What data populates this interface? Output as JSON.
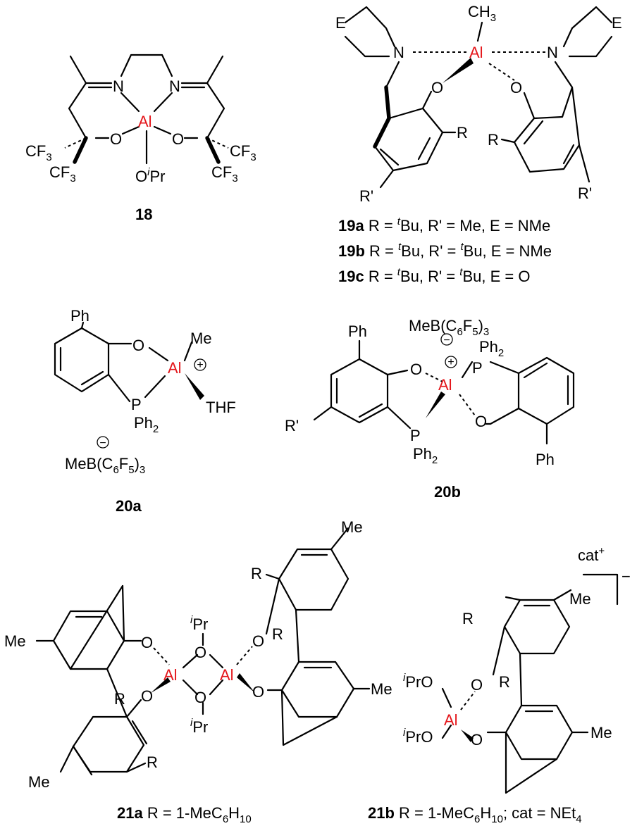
{
  "compounds": {
    "c18": {
      "label": "18",
      "metal": "Al",
      "atoms": {
        "n": "N",
        "o": "O",
        "cf3": "CF",
        "cf3_sub": "3",
        "oipr_o": "O",
        "oipr_i": "i",
        "oipr_pr": "Pr"
      }
    },
    "c19": {
      "metal": "Al",
      "ch3": "CH",
      "ch3_sub": "3",
      "e": "E",
      "n": "N",
      "o": "O",
      "r": "R",
      "rp": "R'",
      "captions": [
        {
          "label": "19a",
          "text_a": " R = ",
          "t": "t",
          "text_b": "Bu, R' = Me, E = NMe"
        },
        {
          "label": "19b",
          "text_a": " R = ",
          "t": "t",
          "text_b": "Bu, R' = ",
          "t2": "t",
          "text_c": "Bu, E = NMe"
        },
        {
          "label": "19c",
          "text_a": " R = ",
          "t": "t",
          "text_b": "Bu, R' = ",
          "t2": "t",
          "text_c": "Bu, E = O"
        }
      ]
    },
    "c20a": {
      "label": "20a",
      "metal": "Al",
      "ph": "Ph",
      "o": "O",
      "me": "Me",
      "thf": "THF",
      "p": "P",
      "ph2": "Ph",
      "ph2_sub": "2",
      "plus": "+",
      "minus": "−",
      "anion_a": "MeB(C",
      "anion_sub1": "6",
      "anion_b": "F",
      "anion_sub2": "5",
      "anion_c": ")",
      "anion_sub3": "3"
    },
    "c20b": {
      "label": "20b",
      "metal": "Al",
      "ph": "Ph",
      "o": "O",
      "p": "P",
      "ph2": "Ph",
      "ph2_sub": "2",
      "rp": "R'",
      "plus": "+",
      "minus": "−",
      "anion_a": "MeB(C",
      "anion_sub1": "6",
      "anion_b": "F",
      "anion_sub2": "5",
      "anion_c": ")",
      "anion_sub3": "3"
    },
    "c21a": {
      "label": "21a",
      "metal": "Al",
      "o": "O",
      "me": "Me",
      "r": "R",
      "i": "i",
      "pr": "Pr",
      "caption": {
        "text_a": " R = 1-MeC",
        "sub1": "6",
        "text_b": "H",
        "sub2": "10"
      }
    },
    "c21b": {
      "label": "21b",
      "metal": "Al",
      "o": "O",
      "me": "Me",
      "r": "R",
      "i": "i",
      "pr": "PrO",
      "cat": "cat",
      "cat_sup": "+",
      "minus": "−",
      "caption": {
        "text_a": " R = 1-MeC",
        "sub1": "6",
        "text_b": "H",
        "sub2": "10",
        "text_c": "; cat = NEt",
        "sub3": "4"
      }
    }
  },
  "colors": {
    "metal": "#e4161b",
    "ink": "#000000",
    "background": "#ffffff"
  }
}
